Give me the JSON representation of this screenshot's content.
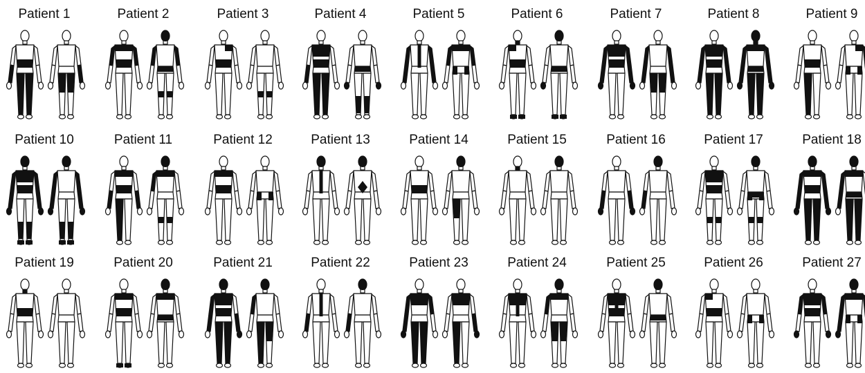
{
  "figure": {
    "background": "#ffffff",
    "outline_color": "#111111",
    "fill_color": "#111111",
    "panels": [
      {
        "label": "Patient 1",
        "back": [
          "arm_l_lower",
          "leg_l",
          "leg_r",
          "lowback"
        ],
        "front": [
          "thigh_r",
          "thigh_l",
          "arm_r_lower"
        ]
      },
      {
        "label": "Patient 2",
        "back": [
          "shoulders",
          "arm_l_upper",
          "arm_r_upper",
          "lowback"
        ],
        "front": [
          "head",
          "arm_l_upper",
          "arm_r_upper",
          "pelvis",
          "knees"
        ]
      },
      {
        "label": "Patient 3",
        "back": [
          "shoulder_r",
          "lowback"
        ],
        "front": [
          "knees"
        ]
      },
      {
        "label": "Patient 4",
        "back": [
          "upperback",
          "lowback",
          "leg_l",
          "leg_r",
          "arm_l_lower"
        ],
        "front": [
          "pelvis",
          "shins",
          "hand_l",
          "hand_r"
        ]
      },
      {
        "label": "Patient 5",
        "back": [
          "spine",
          "arm_l_upper",
          "arm_r_upper",
          "arm_l_lower",
          "arm_r_lower"
        ],
        "front": [
          "shoulders",
          "arm_l_upper",
          "arm_r_upper",
          "hips"
        ]
      },
      {
        "label": "Patient 6",
        "back": [
          "neck",
          "shoulder_l",
          "lowback",
          "feet"
        ],
        "front": [
          "head",
          "pelvis",
          "feet",
          "hand_l"
        ]
      },
      {
        "label": "Patient 7",
        "back": [
          "upperback",
          "lowback",
          "arm_l_upper",
          "arm_r_upper",
          "arm_l_lower",
          "arm_r_lower",
          "hand_l",
          "hand_r"
        ],
        "front": [
          "arm_l_upper",
          "arm_r_upper",
          "arm_l_lower",
          "arm_r_lower",
          "thigh_l",
          "thigh_r"
        ]
      },
      {
        "label": "Patient 8",
        "back": [
          "upperback",
          "lowback",
          "arm_l_upper",
          "arm_r_upper",
          "arm_l_lower",
          "arm_r_lower",
          "leg_l",
          "leg_r"
        ],
        "front": [
          "head",
          "neck",
          "shoulders",
          "arm_l_upper",
          "arm_r_upper",
          "arm_l_lower",
          "arm_r_lower",
          "hand_l",
          "hand_r",
          "pelvis",
          "leg_l",
          "leg_r"
        ]
      },
      {
        "label": "Patient 9",
        "back": [
          "leg_l",
          "lowback"
        ],
        "front": [
          "shoulder_r",
          "arm_r_upper",
          "hips"
        ]
      },
      {
        "label": "Patient 10",
        "back": [
          "head",
          "upperback",
          "lowback",
          "arm_l_upper",
          "arm_r_upper",
          "arm_l_lower",
          "arm_r_lower",
          "hand_l",
          "hand_r",
          "feet",
          "shins"
        ],
        "front": [
          "arm_l_upper",
          "arm_r_upper",
          "arm_l_lower",
          "arm_r_lower",
          "hand_l",
          "hand_r",
          "shins",
          "feet",
          "head"
        ]
      },
      {
        "label": "Patient 11",
        "back": [
          "shoulders",
          "arm_l_lower",
          "arm_r_lower",
          "lowback",
          "leg_l"
        ],
        "front": [
          "head",
          "shoulders",
          "arm_l_upper",
          "knees"
        ]
      },
      {
        "label": "Patient 12",
        "back": [
          "shoulders",
          "lowback"
        ],
        "front": [
          "hips"
        ]
      },
      {
        "label": "Patient 13",
        "back": [
          "spine",
          "head"
        ],
        "front": [
          "head",
          "belly"
        ]
      },
      {
        "label": "Patient 14",
        "back": [
          "lowback"
        ],
        "front": [
          "thigh_l",
          "head"
        ]
      },
      {
        "label": "Patient 15",
        "back": [
          "neck"
        ],
        "front": [
          "head"
        ]
      },
      {
        "label": "Patient 16",
        "back": [
          "arm_l_lower",
          "arm_r_lower",
          "hand_l",
          "hand_r"
        ],
        "front": [
          "head",
          "arm_l_lower"
        ]
      },
      {
        "label": "Patient 17",
        "back": [
          "upperback",
          "lowback",
          "knees"
        ],
        "front": [
          "head",
          "pelvis",
          "hips",
          "knees"
        ]
      },
      {
        "label": "Patient 18",
        "back": [
          "head",
          "shoulders",
          "arm_l_upper",
          "arm_r_upper",
          "arm_l_lower",
          "arm_r_lower",
          "hand_l",
          "hand_r",
          "leg_l",
          "leg_r",
          "lowback"
        ],
        "front": [
          "head",
          "shoulders",
          "arm_l_upper",
          "arm_l_lower",
          "pelvis",
          "leg_l",
          "leg_r"
        ]
      },
      {
        "label": "Patient 19",
        "back": [
          "neck",
          "lowback"
        ],
        "front": []
      },
      {
        "label": "Patient 20",
        "back": [
          "shoulders",
          "lowback",
          "feet"
        ],
        "front": [
          "head",
          "shoulders",
          "pelvis"
        ]
      },
      {
        "label": "Patient 21",
        "back": [
          "head",
          "upperback",
          "lowback",
          "arm_l_upper",
          "arm_l_lower",
          "arm_r_lower",
          "leg_l",
          "leg_r",
          "hand_r"
        ],
        "front": [
          "head",
          "arm_l_upper",
          "thigh_r",
          "leg_l"
        ]
      },
      {
        "label": "Patient 22",
        "back": [
          "spine",
          "arm_l_lower"
        ],
        "front": [
          "arm_l_lower",
          "head"
        ]
      },
      {
        "label": "Patient 23",
        "back": [
          "upperback",
          "arm_l_upper",
          "arm_r_upper",
          "arm_l_lower",
          "hand_l",
          "leg_l",
          "leg_r"
        ],
        "front": [
          "shoulders",
          "upperback",
          "leg_l",
          "hand_r",
          "arm_r_lower"
        ]
      },
      {
        "label": "Patient 24",
        "back": [
          "upperback",
          "shoulders",
          "spine"
        ],
        "front": [
          "head",
          "shoulders",
          "thigh_l",
          "thigh_r",
          "arm_l_upper"
        ]
      },
      {
        "label": "Patient 25",
        "back": [
          "spine",
          "upperback",
          "lowback"
        ],
        "front": [
          "head",
          "pelvis"
        ]
      },
      {
        "label": "Patient 26",
        "back": [
          "shoulder_l",
          "lowback"
        ],
        "front": [
          "hips"
        ]
      },
      {
        "label": "Patient 27",
        "back": [
          "upperback",
          "shoulders",
          "arm_l_upper",
          "arm_r_upper",
          "hand_l",
          "hand_r",
          "lowback"
        ],
        "front": [
          "head",
          "shoulders",
          "arm_l_upper",
          "arm_r_upper",
          "arm_l_lower",
          "arm_r_lower",
          "hips",
          "hand_l"
        ]
      }
    ]
  }
}
